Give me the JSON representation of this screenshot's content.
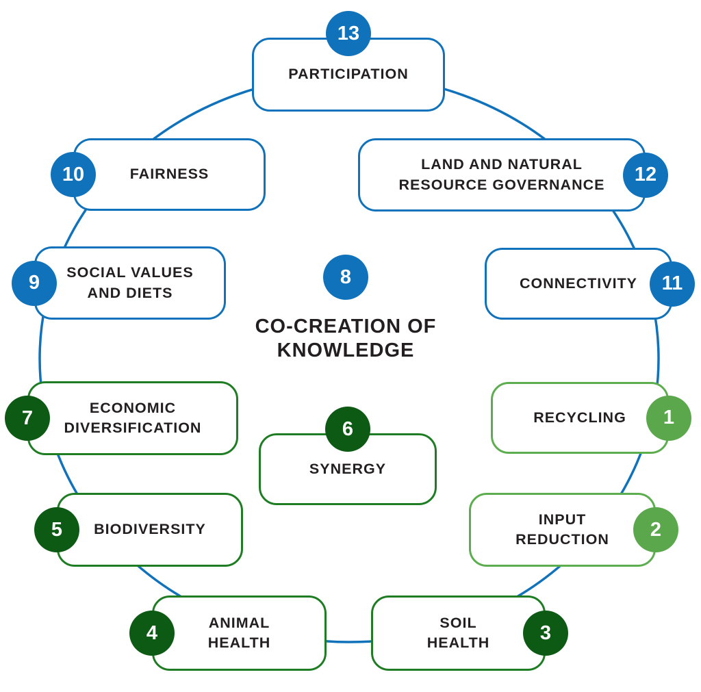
{
  "diagram": {
    "center": {
      "number": "8",
      "title": "CO-CREATION OF\nKNOWLEDGE"
    },
    "principles": [
      {
        "number": "1",
        "label": "RECYCLING"
      },
      {
        "number": "2",
        "label": "INPUT\nREDUCTION"
      },
      {
        "number": "3",
        "label": "SOIL\nHEALTH"
      },
      {
        "number": "4",
        "label": "ANIMAL\nHEALTH"
      },
      {
        "number": "5",
        "label": "BIODIVERSITY"
      },
      {
        "number": "6",
        "label": "SYNERGY"
      },
      {
        "number": "7",
        "label": "ECONOMIC\nDIVERSIFICATION"
      },
      {
        "number": "8",
        "label": "CO-CREATION OF\nKNOWLEDGE"
      },
      {
        "number": "9",
        "label": "SOCIAL VALUES\nAND DIETS"
      },
      {
        "number": "10",
        "label": "FAIRNESS"
      },
      {
        "number": "11",
        "label": "CONNECTIVITY"
      },
      {
        "number": "12",
        "label": "LAND AND NATURAL\nRESOURCE GOVERNANCE"
      },
      {
        "number": "13",
        "label": "PARTICIPATION"
      }
    ],
    "colors": {
      "blue": "#1072BA",
      "dark_green_fill": "#0D5A14",
      "dark_green_border": "#1E7D23",
      "light_green_fill": "#5BA84C",
      "light_green_border": "#5BAD4E",
      "text": "#231F20",
      "background": "#FFFFFF"
    }
  }
}
